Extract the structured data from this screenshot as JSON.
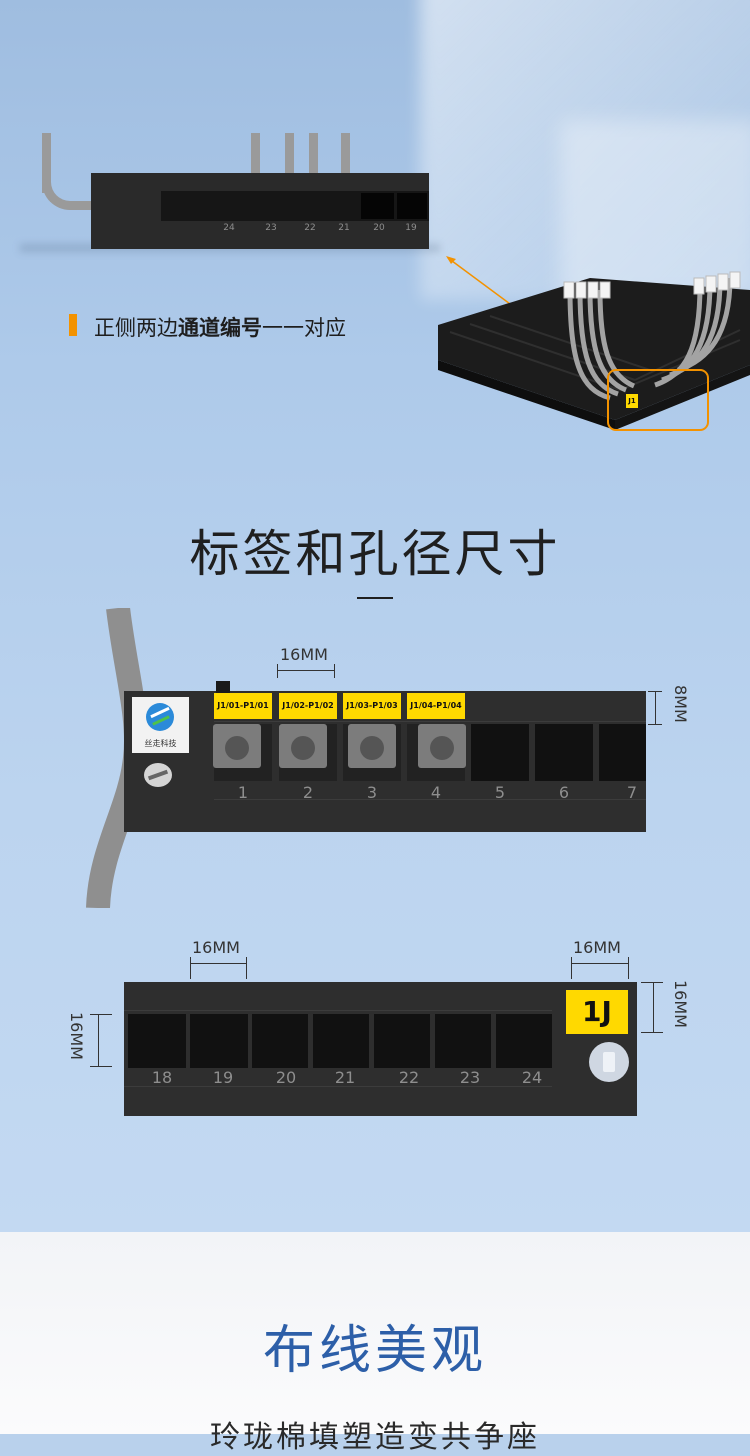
{
  "callout": {
    "text_plain_1": "正侧两边",
    "text_bold": "通道编号",
    "text_plain_2": "一一对应"
  },
  "section1": {
    "title": "标签和孔径尺寸"
  },
  "top_panel": {
    "numbers": [
      "24",
      "23",
      "22",
      "21",
      "20",
      "19"
    ]
  },
  "iso_panel": {
    "label": "J1"
  },
  "panel_front": {
    "logo_text": "丝走科技",
    "labels": [
      "J1/01-P1/01",
      "J1/02-P1/02",
      "J1/03-P1/03",
      "J1/04-P1/04"
    ],
    "numbers": [
      "1",
      "2",
      "3",
      "4",
      "5",
      "6",
      "7"
    ],
    "dim_width": "16MM",
    "dim_label_height": "8MM"
  },
  "panel_back": {
    "numbers": [
      "18",
      "19",
      "20",
      "21",
      "22",
      "23",
      "24"
    ],
    "dim_width_left": "16MM",
    "dim_width_right": "16MM",
    "dim_height_left": "16MM",
    "dim_height_right": "16MM",
    "tag": "1J"
  },
  "section2": {
    "title": "布线美观",
    "subtitle": "玲珑棉填塑造变共争座"
  },
  "colors": {
    "accent_orange": "#f39200",
    "label_yellow": "#ffd900",
    "title_blue": "#2d5fa8"
  }
}
